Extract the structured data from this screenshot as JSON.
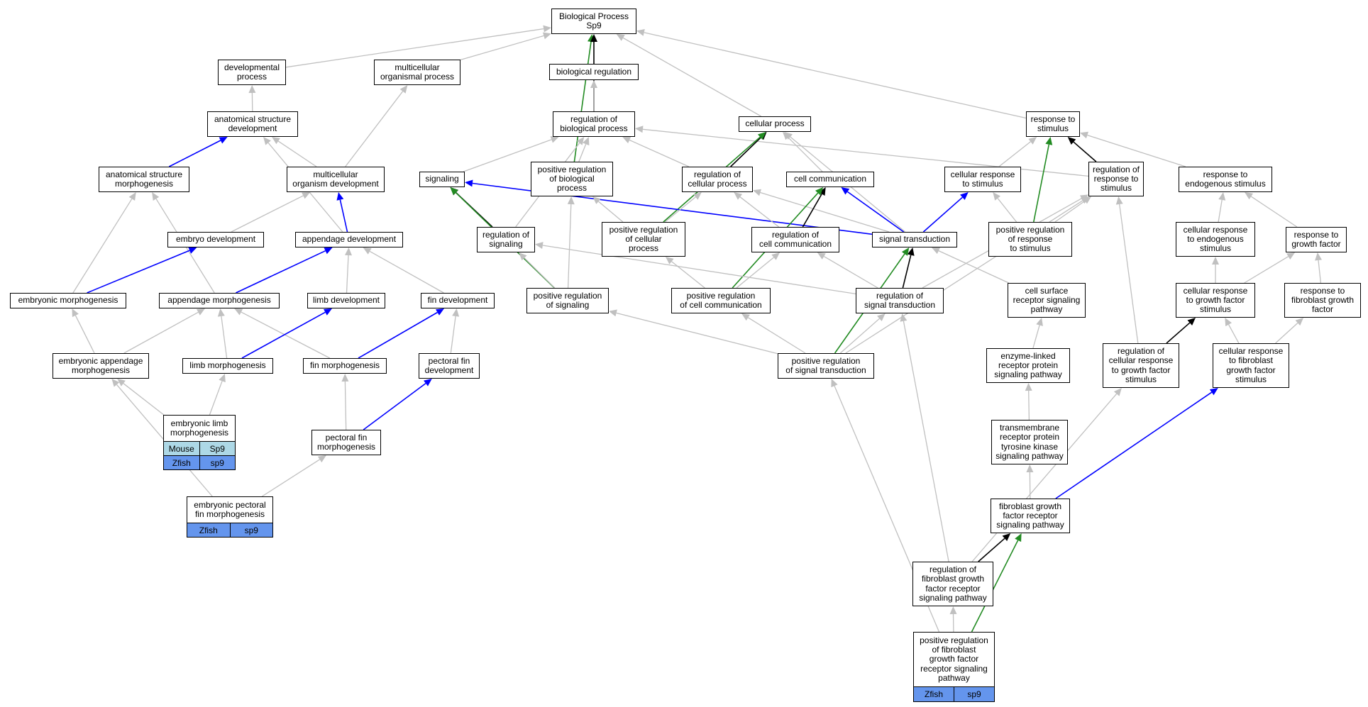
{
  "colors": {
    "gray_edge": "#c0c0c0",
    "is_a": "#000000",
    "part_of": "#0000ff",
    "positively_regulates": "#228b22",
    "mouse_fill": "#add8e6",
    "zfish_fill": "#6495ed"
  },
  "nodes": {
    "bp": "Biological Process\nSp9",
    "devproc": "developmental\nprocess",
    "multiorg": "multicellular\norganismal process",
    "bioreg": "biological regulation",
    "anatdev": "anatomical structure\ndevelopment",
    "regbio": "regulation of\nbiological process",
    "cellproc": "cellular process",
    "resp": "response to\nstimulus",
    "anatmorph": "anatomical structure\nmorphogenesis",
    "multidev": "multicellular\norganism development",
    "signaling": "signaling",
    "posregbio": "positive regulation\nof biological\nprocess",
    "regcell": "regulation of\ncellular process",
    "cellcomm": "cell communication",
    "cellresp": "cellular response\nto stimulus",
    "regresp": "regulation of\nresponse to\nstimulus",
    "respendo": "response to\nendogenous stimulus",
    "embdev": "embryo development",
    "appdev": "appendage development",
    "regsig": "regulation of\nsignaling",
    "posregcell": "positive regulation\nof cellular\nprocess",
    "regcomm": "regulation of\ncell communication",
    "sigtrans": "signal transduction",
    "posregresp": "positive regulation\nof response\nto stimulus",
    "cellrespendo": "cellular response\nto endogenous\nstimulus",
    "respgf": "response to\ngrowth factor",
    "embmorph": "embryonic morphogenesis",
    "appmorph": "appendage morphogenesis",
    "limbdev": "limb development",
    "findev": "fin development",
    "posregsig": "positive regulation\nof signaling",
    "posregcomm": "positive regulation\nof cell communication",
    "regsigtrans": "regulation of\nsignal transduction",
    "cellsurf": "cell surface\nreceptor signaling\npathway",
    "cellrespgf": "cellular response\nto growth factor\nstimulus",
    "respfgf": "response to\nfibroblast growth\nfactor",
    "embappmorph": "embryonic appendage\nmorphogenesis",
    "limbmorph": "limb morphogenesis",
    "finmorph": "fin morphogenesis",
    "pecfindev": "pectoral fin\ndevelopment",
    "posregsigtrans": "positive regulation\nof signal transduction",
    "enzlinked": "enzyme-linked\nreceptor protein\nsignaling pathway",
    "regcellrespgf": "regulation of\ncellular response\nto growth factor\nstimulus",
    "cellrespfgf": "cellular response\nto fibroblast\ngrowth factor\nstimulus",
    "tmrtk": "transmembrane\nreceptor protein\ntyrosine kinase\nsignaling pathway",
    "pecfinmorph": "pectoral fin\nmorphogenesis",
    "fgfr": "fibroblast growth\nfactor receptor\nsignaling pathway",
    "regfgfr": "regulation of\nfibroblast growth\nfactor receptor\nsignaling pathway"
  },
  "annotated": {
    "emblimb": {
      "title": "embryonic limb\nmorphogenesis",
      "rows": [
        {
          "species": "Mouse",
          "gene": "Sp9",
          "fill": "mouse"
        },
        {
          "species": "Zfish",
          "gene": "sp9",
          "fill": "zfish"
        }
      ]
    },
    "embpec": {
      "title": "embryonic pectoral\nfin morphogenesis",
      "rows": [
        {
          "species": "Zfish",
          "gene": "sp9",
          "fill": "zfish"
        }
      ]
    },
    "posregfgfr": {
      "title": "positive regulation\nof fibroblast\ngrowth factor\nreceptor signaling\npathway",
      "rows": [
        {
          "species": "Zfish",
          "gene": "sp9",
          "fill": "zfish"
        }
      ]
    }
  },
  "edges": [
    [
      "devproc",
      "bp",
      "gray"
    ],
    [
      "multiorg",
      "bp",
      "gray"
    ],
    [
      "bioreg",
      "bp",
      "gray"
    ],
    [
      "cellproc",
      "bp",
      "gray"
    ],
    [
      "resp",
      "bp",
      "gray"
    ],
    [
      "posregbio",
      "bp",
      "green"
    ],
    [
      "regbio",
      "bp",
      "black"
    ],
    [
      "regbio",
      "bioreg",
      "gray"
    ],
    [
      "anatdev",
      "devproc",
      "gray"
    ],
    [
      "anatmorph",
      "anatdev",
      "blue"
    ],
    [
      "multidev",
      "anatdev",
      "gray"
    ],
    [
      "appdev",
      "anatdev",
      "gray"
    ],
    [
      "multidev",
      "multiorg",
      "gray"
    ],
    [
      "appdev",
      "multidev",
      "blue"
    ],
    [
      "embdev",
      "multidev",
      "gray"
    ],
    [
      "signaling",
      "regbio",
      "gray"
    ],
    [
      "posregbio",
      "regbio",
      "gray"
    ],
    [
      "regcell",
      "regbio",
      "gray"
    ],
    [
      "regresp",
      "regbio",
      "gray"
    ],
    [
      "regsig",
      "regbio",
      "gray"
    ],
    [
      "regcell",
      "cellproc",
      "black"
    ],
    [
      "cellcomm",
      "cellproc",
      "gray"
    ],
    [
      "posregcell",
      "cellproc",
      "green"
    ],
    [
      "sigtrans",
      "cellproc",
      "gray"
    ],
    [
      "cellresp",
      "resp",
      "gray"
    ],
    [
      "regresp",
      "resp",
      "black"
    ],
    [
      "respendo",
      "resp",
      "gray"
    ],
    [
      "posregresp",
      "resp",
      "green"
    ],
    [
      "regsig",
      "signaling",
      "black"
    ],
    [
      "posregsig",
      "signaling",
      "green"
    ],
    [
      "sigtrans",
      "signaling",
      "blue"
    ],
    [
      "posregcell",
      "posregbio",
      "gray"
    ],
    [
      "posregsig",
      "posregbio",
      "gray"
    ],
    [
      "posregcell",
      "regcell",
      "gray"
    ],
    [
      "regcomm",
      "regcell",
      "gray"
    ],
    [
      "sigtrans",
      "regcell",
      "gray"
    ],
    [
      "regcomm",
      "cellcomm",
      "black"
    ],
    [
      "sigtrans",
      "cellcomm",
      "blue"
    ],
    [
      "posregcomm",
      "cellcomm",
      "green"
    ],
    [
      "sigtrans",
      "cellresp",
      "blue"
    ],
    [
      "posregresp",
      "cellresp",
      "gray"
    ],
    [
      "posregresp",
      "regresp",
      "gray"
    ],
    [
      "regsigtrans",
      "regresp",
      "gray"
    ],
    [
      "regcellrespgf",
      "regresp",
      "gray"
    ],
    [
      "cellrespendo",
      "respendo",
      "gray"
    ],
    [
      "respgf",
      "respendo",
      "gray"
    ],
    [
      "embmorph",
      "anatmorph",
      "gray"
    ],
    [
      "appmorph",
      "anatmorph",
      "gray"
    ],
    [
      "embmorph",
      "embdev",
      "blue"
    ],
    [
      "appmorph",
      "appdev",
      "blue"
    ],
    [
      "limbdev",
      "appdev",
      "gray"
    ],
    [
      "findev",
      "appdev",
      "gray"
    ],
    [
      "posregsig",
      "regsig",
      "gray"
    ],
    [
      "regsigtrans",
      "regsig",
      "gray"
    ],
    [
      "posregcomm",
      "posregcell",
      "gray"
    ],
    [
      "posregcomm",
      "regcomm",
      "gray"
    ],
    [
      "regsigtrans",
      "regcomm",
      "gray"
    ],
    [
      "regsigtrans",
      "sigtrans",
      "black"
    ],
    [
      "cellsurf",
      "sigtrans",
      "gray"
    ],
    [
      "posregsigtrans",
      "sigtrans",
      "green"
    ],
    [
      "cellrespgf",
      "cellrespendo",
      "gray"
    ],
    [
      "cellrespgf",
      "respgf",
      "gray"
    ],
    [
      "respfgf",
      "respgf",
      "gray"
    ],
    [
      "embappmorph",
      "embmorph",
      "gray"
    ],
    [
      "embappmorph",
      "appmorph",
      "gray"
    ],
    [
      "limbmorph",
      "appmorph",
      "gray"
    ],
    [
      "finmorph",
      "appmorph",
      "gray"
    ],
    [
      "limbmorph",
      "limbdev",
      "blue"
    ],
    [
      "finmorph",
      "findev",
      "blue"
    ],
    [
      "pecfindev",
      "findev",
      "gray"
    ],
    [
      "posregsigtrans",
      "posregsig",
      "gray"
    ],
    [
      "posregsigtrans",
      "posregcomm",
      "gray"
    ],
    [
      "posregsigtrans",
      "regsigtrans",
      "gray"
    ],
    [
      "posregsigtrans",
      "regresp",
      "gray"
    ],
    [
      "enzlinked",
      "cellsurf",
      "gray"
    ],
    [
      "regcellrespgf",
      "cellrespgf",
      "black"
    ],
    [
      "cellrespfgf",
      "cellrespgf",
      "gray"
    ],
    [
      "cellrespfgf",
      "respfgf",
      "gray"
    ],
    [
      "emblimb",
      "embappmorph",
      "gray"
    ],
    [
      "emblimb",
      "limbmorph",
      "gray"
    ],
    [
      "embpec",
      "embappmorph",
      "gray"
    ],
    [
      "embpec",
      "pecfinmorph",
      "gray"
    ],
    [
      "pecfinmorph",
      "finmorph",
      "gray"
    ],
    [
      "pecfinmorph",
      "pecfindev",
      "blue"
    ],
    [
      "tmrtk",
      "enzlinked",
      "gray"
    ],
    [
      "regfgfr",
      "regcellrespgf",
      "gray"
    ],
    [
      "fgfr",
      "cellrespfgf",
      "blue"
    ],
    [
      "fgfr",
      "tmrtk",
      "gray"
    ],
    [
      "regfgfr",
      "fgfr",
      "black"
    ],
    [
      "regfgfr",
      "regsigtrans",
      "gray"
    ],
    [
      "posregfgfr",
      "regfgfr",
      "gray"
    ],
    [
      "posregfgfr",
      "fgfr",
      "green"
    ],
    [
      "posregfgfr",
      "posregsigtrans",
      "gray"
    ]
  ]
}
